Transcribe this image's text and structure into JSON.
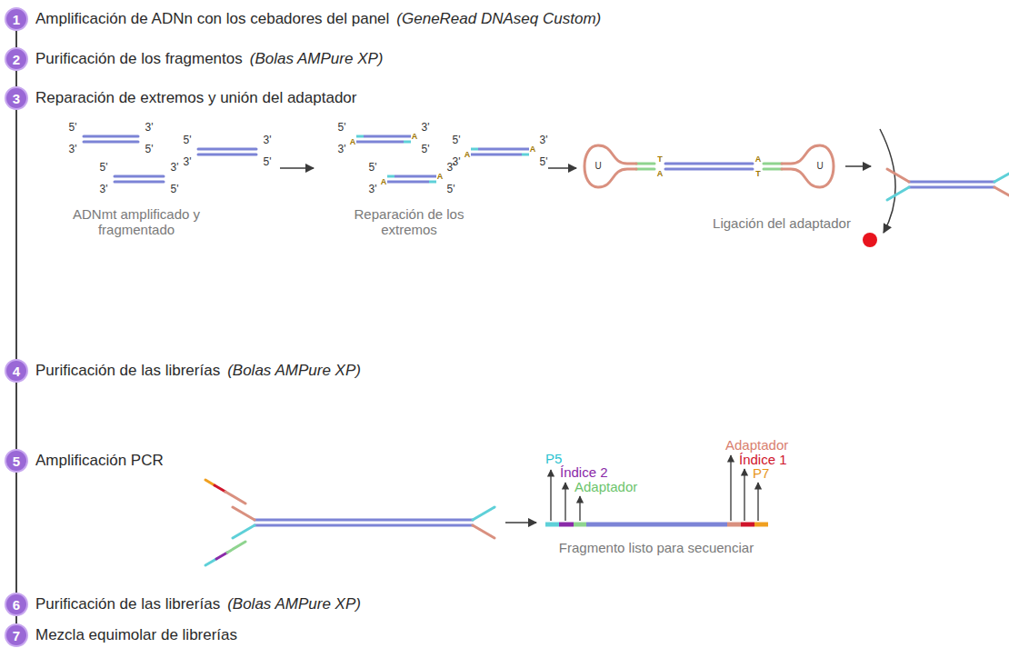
{
  "diagram": {
    "nodes": [
      {
        "text": [
          "1",
          "Amplificación de ADNn con los cebadores del panel",
          "(GeneRead DNAseq Custom)"
        ]
      },
      {
        "text": [
          "2",
          "Purificación de los fragmentos",
          "(Bolas AMPure XP)"
        ]
      },
      {
        "text": [
          "3",
          "Reparación de extremos y unión del adaptador"
        ]
      },
      {
        "text": [
          "4",
          "Purificación de las librerías",
          "(Bolas AMPure XP)"
        ]
      },
      {
        "text": [
          "5",
          "Amplificación PCR"
        ]
      },
      {
        "text": [
          "6",
          "Purificación de las librerías",
          "(Bolas AMPure XP)"
        ]
      },
      {
        "text": [
          "7",
          "Mezcla equimolar de librerías"
        ]
      }
    ],
    "edges": [
      {
        "from": 0,
        "to": 1,
        "arrow": "none"
      },
      {
        "from": 1,
        "to": 2,
        "arrow": "none"
      },
      {
        "from": 2,
        "to": 3,
        "arrow": "none"
      },
      {
        "from": 3,
        "to": 4,
        "arrow": "none"
      },
      {
        "from": 4,
        "to": 5,
        "arrow": "none"
      },
      {
        "from": 5,
        "to": 6,
        "arrow": "none"
      }
    ],
    "labels": [
      "5'",
      "3'",
      "3'",
      "5'",
      "5'",
      "3'",
      "3'",
      "5'",
      "5'",
      "3'",
      "3'",
      "5'",
      "5'",
      "3'",
      "3'",
      "5'",
      "A",
      "A",
      "5'",
      "3'",
      "3'",
      "5'",
      "A",
      "A",
      "5'",
      "3'",
      "3'",
      "5'",
      "A",
      "A",
      "ADNmt amplificado y fragmentado",
      "Reparación de los extremos",
      "T",
      "A",
      "A",
      "T",
      "U",
      "U",
      "Ligación del adaptador",
      "P5",
      "Índice 2",
      "Adaptador",
      "Adaptador",
      "Índice 1",
      "P7",
      "Fragmento listo para secuenciar"
    ]
  }
}
